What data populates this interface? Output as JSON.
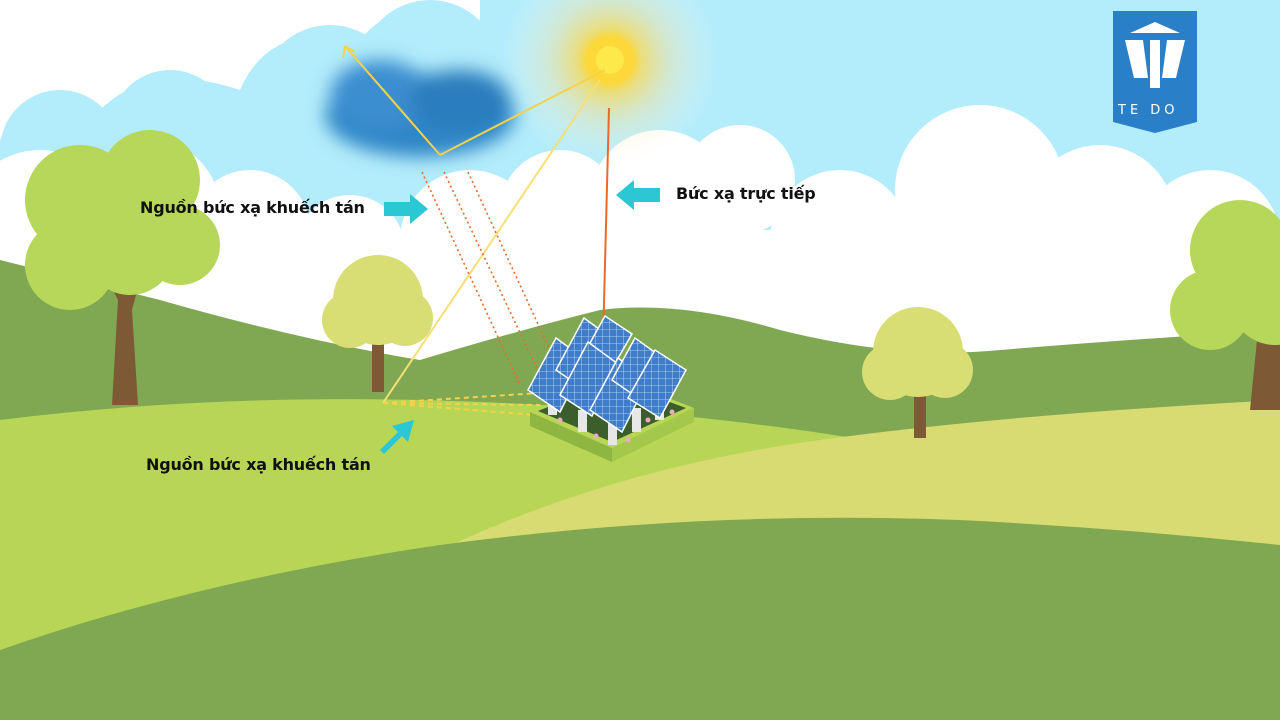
{
  "labels": {
    "diffuse_top": "Nguồn bức xạ khuếch tán",
    "direct": "Bức xạ trực tiếp",
    "diffuse_bottom": "Nguồn bức xạ khuếch tán"
  },
  "logo": {
    "text": "TE DO",
    "color": "#2a7fc9"
  },
  "colors": {
    "sky": "#b3ecfb",
    "cloud": "#ffffff",
    "hill_dark": "#80a853",
    "hill_light": "#b7d656",
    "hill_pale": "#d8db72",
    "tree_canopy": "#b6d759",
    "tree_canopy_pale": "#d8dd74",
    "trunk": "#7d5a35",
    "sun": "#fcd839",
    "rain_cloud": "#2f86c6",
    "ray_yellow": "#f5d24a",
    "ray_orange": "#ea6a2c",
    "arrow_cyan": "#2cc7d4",
    "panel": "#3c78c6"
  }
}
